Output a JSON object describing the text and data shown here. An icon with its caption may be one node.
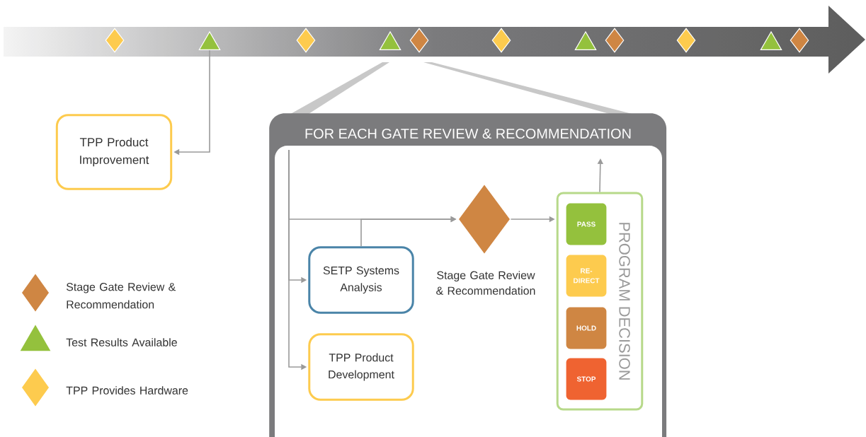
{
  "diagram": {
    "nodes": [
      {
        "text": [],
        "shape": "diamond"
      },
      {
        "text": [],
        "shape": "triangle"
      },
      {
        "text": [],
        "shape": "diamond"
      },
      {
        "text": [],
        "shape": "triangle"
      },
      {
        "text": [],
        "shape": "diamond"
      },
      {
        "text": [],
        "shape": "diamond"
      },
      {
        "text": [],
        "shape": "triangle"
      },
      {
        "text": [],
        "shape": "diamond"
      },
      {
        "text": [],
        "shape": "diamond"
      },
      {
        "text": [],
        "shape": "triangle"
      },
      {
        "text": [],
        "shape": "diamond"
      },
      {
        "text": [
          "TPP Product Improvement"
        ]
      },
      {
        "text": [
          "FOR EACH GATE REVIEW & RECOMMENDATION"
        ]
      },
      {
        "text": [
          "SETP Systems Analysis"
        ],
        "in": 12
      },
      {
        "text": [
          "TPP Product Development"
        ],
        "in": 12
      },
      {
        "text": [],
        "shape": "diamond",
        "in": 12,
        "beside": [
          "Stage Gate Review & Recommendation"
        ]
      },
      {
        "text": [
          "PROGRAM DECISION"
        ],
        "in": 12
      },
      {
        "text": [
          "PASS"
        ],
        "in": 16
      },
      {
        "text": [
          "RE-DIRECT"
        ],
        "in": 16
      },
      {
        "text": [
          "HOLD"
        ],
        "in": 16
      },
      {
        "text": [
          "STOP"
        ],
        "in": 16
      }
    ],
    "edges": [
      {
        "from": 1,
        "to": 11,
        "arrow": "to"
      },
      {
        "from": null,
        "to": 15,
        "arrow": "to"
      },
      {
        "from": null,
        "to": 13,
        "arrow": "to"
      },
      {
        "from": null,
        "to": 14,
        "arrow": "to"
      },
      {
        "from": 13,
        "to": 15,
        "arrow": "to"
      },
      {
        "from": 15,
        "to": 16,
        "arrow": "to"
      },
      {
        "from": 16,
        "to": null,
        "arrow": "to"
      }
    ],
    "legend": [
      {
        "text": "Stage Gate Review & Recommendation"
      },
      {
        "text": "Test Results Available"
      },
      {
        "text": "TPP Provides Hardware"
      }
    ]
  }
}
